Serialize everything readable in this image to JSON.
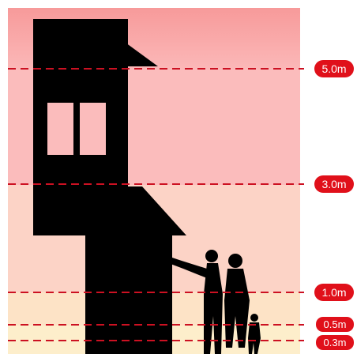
{
  "levels": [
    {
      "label": "5.0m",
      "meters": 5.0
    },
    {
      "label": "3.0m",
      "meters": 3.0
    },
    {
      "label": "1.0m",
      "meters": 1.0
    },
    {
      "label": "0.5m",
      "meters": 0.5
    },
    {
      "label": "0.3m",
      "meters": 0.3
    }
  ],
  "colors": {
    "band_top": "#f9a3a3",
    "band_upper": "#fbbcbc",
    "band_middle": "#fcd3c8",
    "band_lower": "#fde6c9",
    "band_bottom": "#fdf0cc",
    "silhouette": "#000000",
    "window": "#fbbcbc",
    "dash_line": "#cc1122",
    "badge": "#e0101a"
  }
}
